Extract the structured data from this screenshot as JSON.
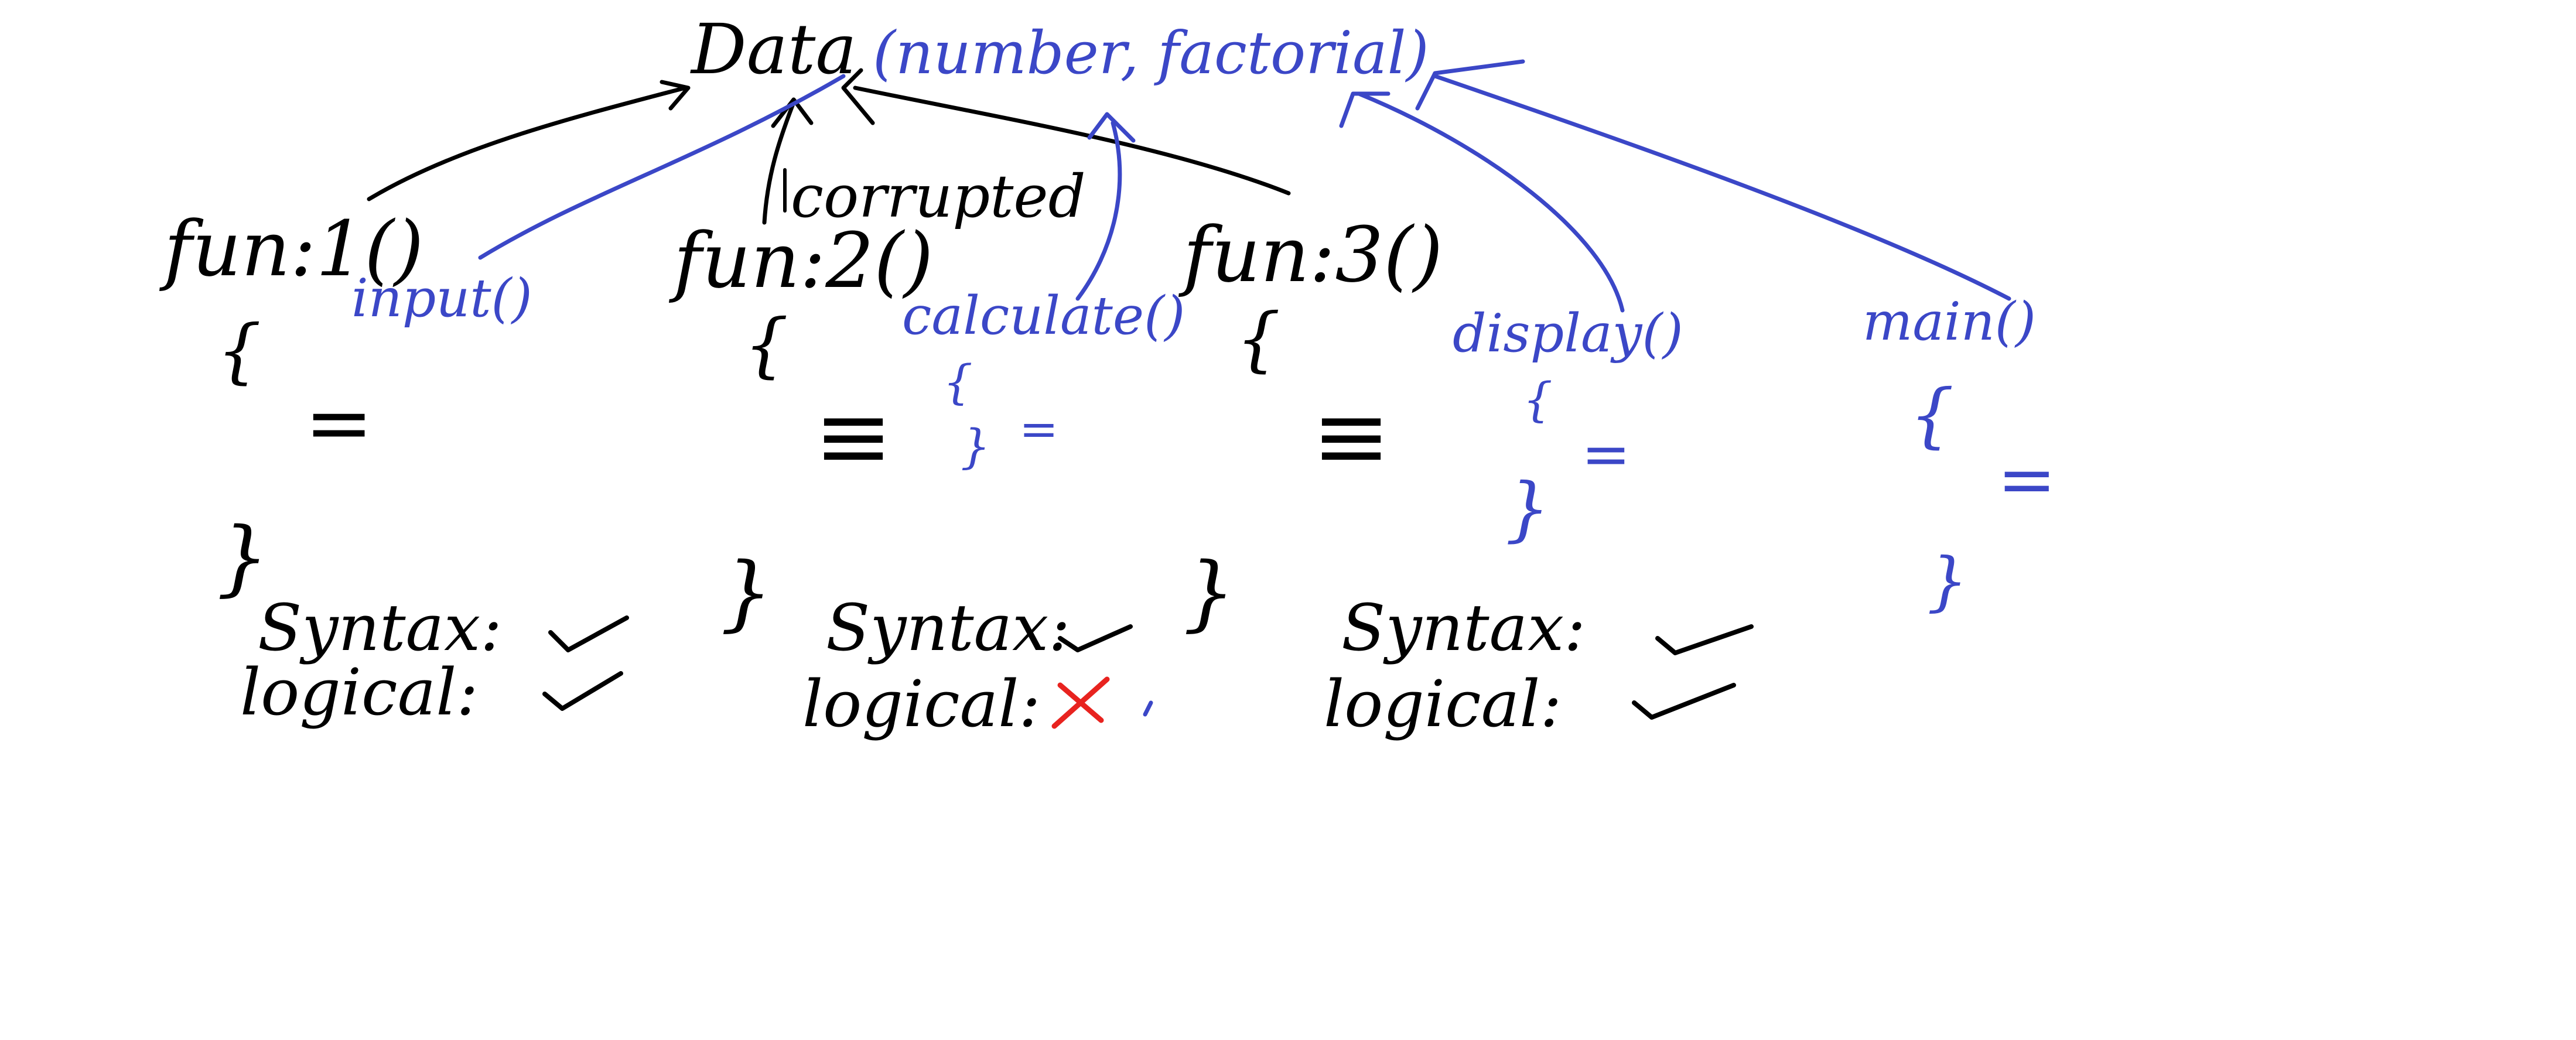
{
  "colors": {
    "black_ink": "#000000",
    "blue_ink": "#3b47c7",
    "red_ink": "#e8231f",
    "background": "#ffffff"
  },
  "data_node": {
    "title": "Data",
    "members": "(number, factorial)"
  },
  "corrupted_label": "corrupted",
  "functions_old": [
    {
      "name": "fun:1()",
      "open": "{",
      "body": "=",
      "close": "}",
      "syntax_label": "Syntax:",
      "syntax_mark": "check-icon",
      "logical_label": "logical:",
      "logical_mark": "check-icon"
    },
    {
      "name": "fun:2()",
      "open": "{",
      "body": "≡",
      "close": "}",
      "syntax_label": "Syntax:",
      "syntax_mark": "check-icon",
      "logical_label": "logical:",
      "logical_mark": "cross-icon"
    },
    {
      "name": "fun:3()",
      "open": "{",
      "body": "≡",
      "close": "}",
      "syntax_label": "Syntax:",
      "syntax_mark": "check-icon",
      "logical_label": "logical:",
      "logical_mark": "check-icon"
    }
  ],
  "functions_new": [
    {
      "name": "input()"
    },
    {
      "name": "calculate()",
      "open": "{",
      "close": "}",
      "body": "="
    },
    {
      "name": "display()",
      "open": "{",
      "close": "}",
      "body": "="
    },
    {
      "name": "main()",
      "open": "{",
      "close": "}",
      "body": "="
    }
  ]
}
